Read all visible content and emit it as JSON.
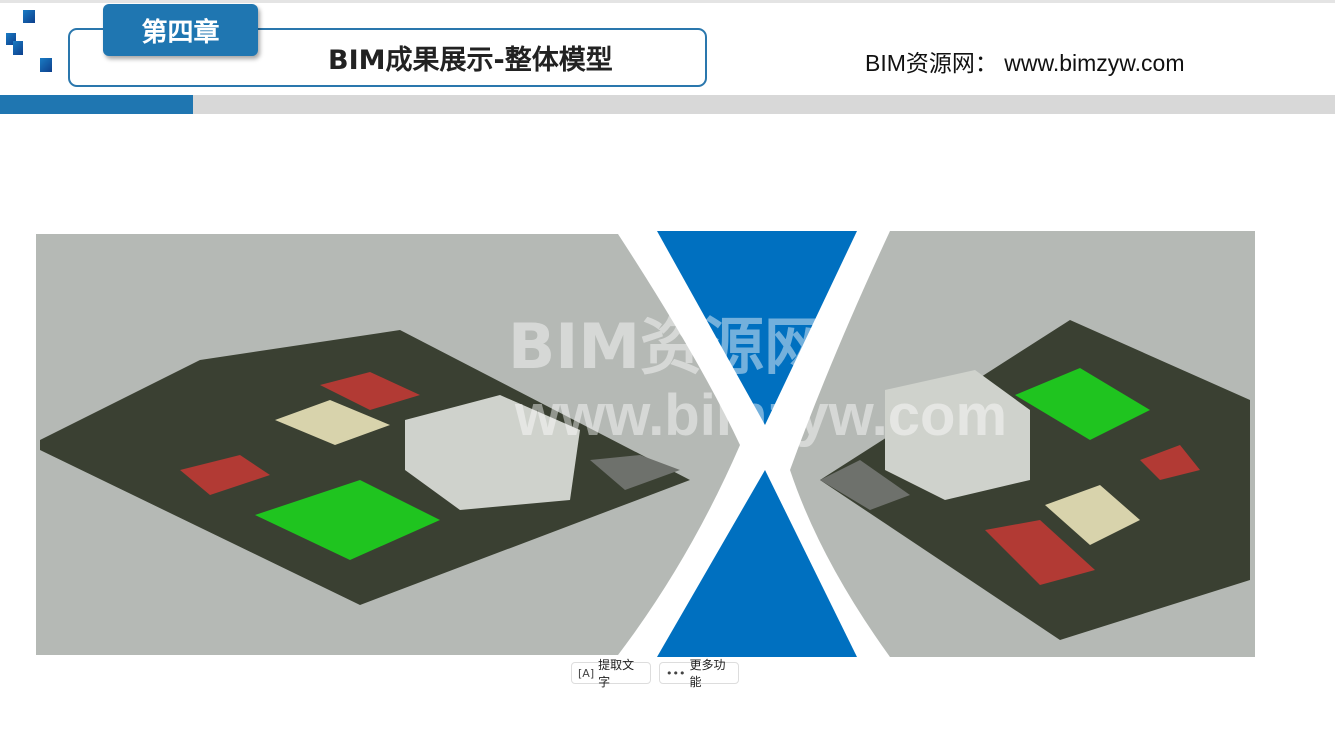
{
  "header": {
    "chapter": "第四章",
    "title": "BIM成果展示-整体模型",
    "site": "BIM资源网： www.bimzyw.com"
  },
  "watermark": {
    "line1": "BIM资源网",
    "line2": "www.bimzyw.com"
  },
  "toolbar": {
    "extract_text": "提取文字",
    "more": "更多功能"
  },
  "colors": {
    "accent": "#1f76b1",
    "triangle": "#0070c0",
    "render_bg": "#b4b8b4",
    "field": "#1ec81e"
  }
}
